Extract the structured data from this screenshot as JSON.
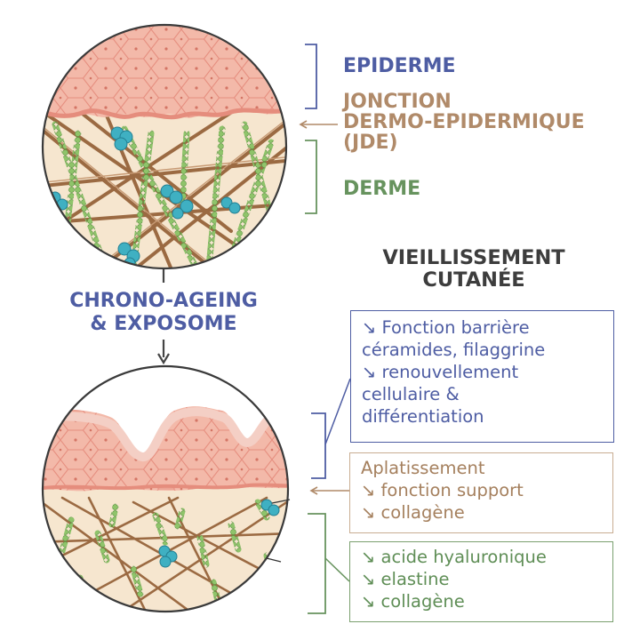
{
  "labels": {
    "epiderme": "EPIDERME",
    "jde_line1": "JONCTION",
    "jde_line2": "DERMO-EPIDERMIQUE",
    "jde_line3": "(JDE)",
    "derme": "DERME",
    "aging_line1": "VIEILLISSEMENT",
    "aging_line2": "CUTANÉE",
    "cause_line1": "CHRONO-AGEING",
    "cause_line2": "& EXPOSOME"
  },
  "boxes": {
    "epidermis": [
      "↘ Fonction barrière",
      "céramides, filaggrine",
      "↘ renouvellement",
      "cellulaire &",
      "différentiation"
    ],
    "junction": [
      "Aplatissement",
      "↘ fonction support",
      "↘ collagène"
    ],
    "dermis": [
      "↘ acide hyaluronique",
      "↘ elastine",
      "↘ collagène"
    ]
  },
  "colors": {
    "epidermis_blue": "#4e5da3",
    "junction_tan": "#b08a69",
    "dermis_green": "#67935e",
    "skin_pink": "#f1b6a6",
    "dermis_beige": "#f6e6cf",
    "collagen_brown": "#9b6a42",
    "elastin_green": "#8fc46a",
    "hyaluronic_teal": "#3fb0c2"
  }
}
